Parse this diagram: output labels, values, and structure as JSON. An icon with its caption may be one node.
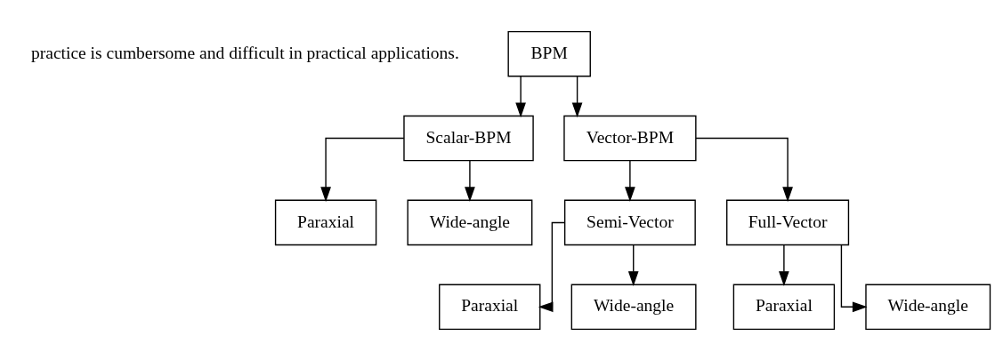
{
  "diagram": {
    "nodes": [
      {
        "text": [
          "BPM"
        ]
      },
      {
        "text": [
          "Scalar-BPM"
        ]
      },
      {
        "text": [
          "Vector-BPM"
        ]
      },
      {
        "text": [
          "Paraxial"
        ]
      },
      {
        "text": [
          "Wide-angle"
        ]
      },
      {
        "text": [
          "Semi-Vector"
        ]
      },
      {
        "text": [
          "Full-Vector"
        ]
      },
      {
        "text": [
          "Paraxial"
        ]
      },
      {
        "text": [
          "Wide-angle"
        ]
      },
      {
        "text": [
          "Paraxial"
        ]
      },
      {
        "text": [
          "Wide-angle"
        ]
      }
    ],
    "edges": [
      {
        "from": 0,
        "to": 1,
        "arrow": "to"
      },
      {
        "from": 0,
        "to": 2,
        "arrow": "to"
      },
      {
        "from": 1,
        "to": 3,
        "arrow": "to"
      },
      {
        "from": 1,
        "to": 4,
        "arrow": "to"
      },
      {
        "from": 2,
        "to": 5,
        "arrow": "to"
      },
      {
        "from": 2,
        "to": 6,
        "arrow": "to"
      },
      {
        "from": 5,
        "to": 7,
        "arrow": "to"
      },
      {
        "from": 5,
        "to": 8,
        "arrow": "to"
      },
      {
        "from": 6,
        "to": 9,
        "arrow": "to"
      },
      {
        "from": 6,
        "to": 10,
        "arrow": "to"
      }
    ],
    "labels": [
      "practice is cumbersome and difficult in practical applications."
    ]
  }
}
